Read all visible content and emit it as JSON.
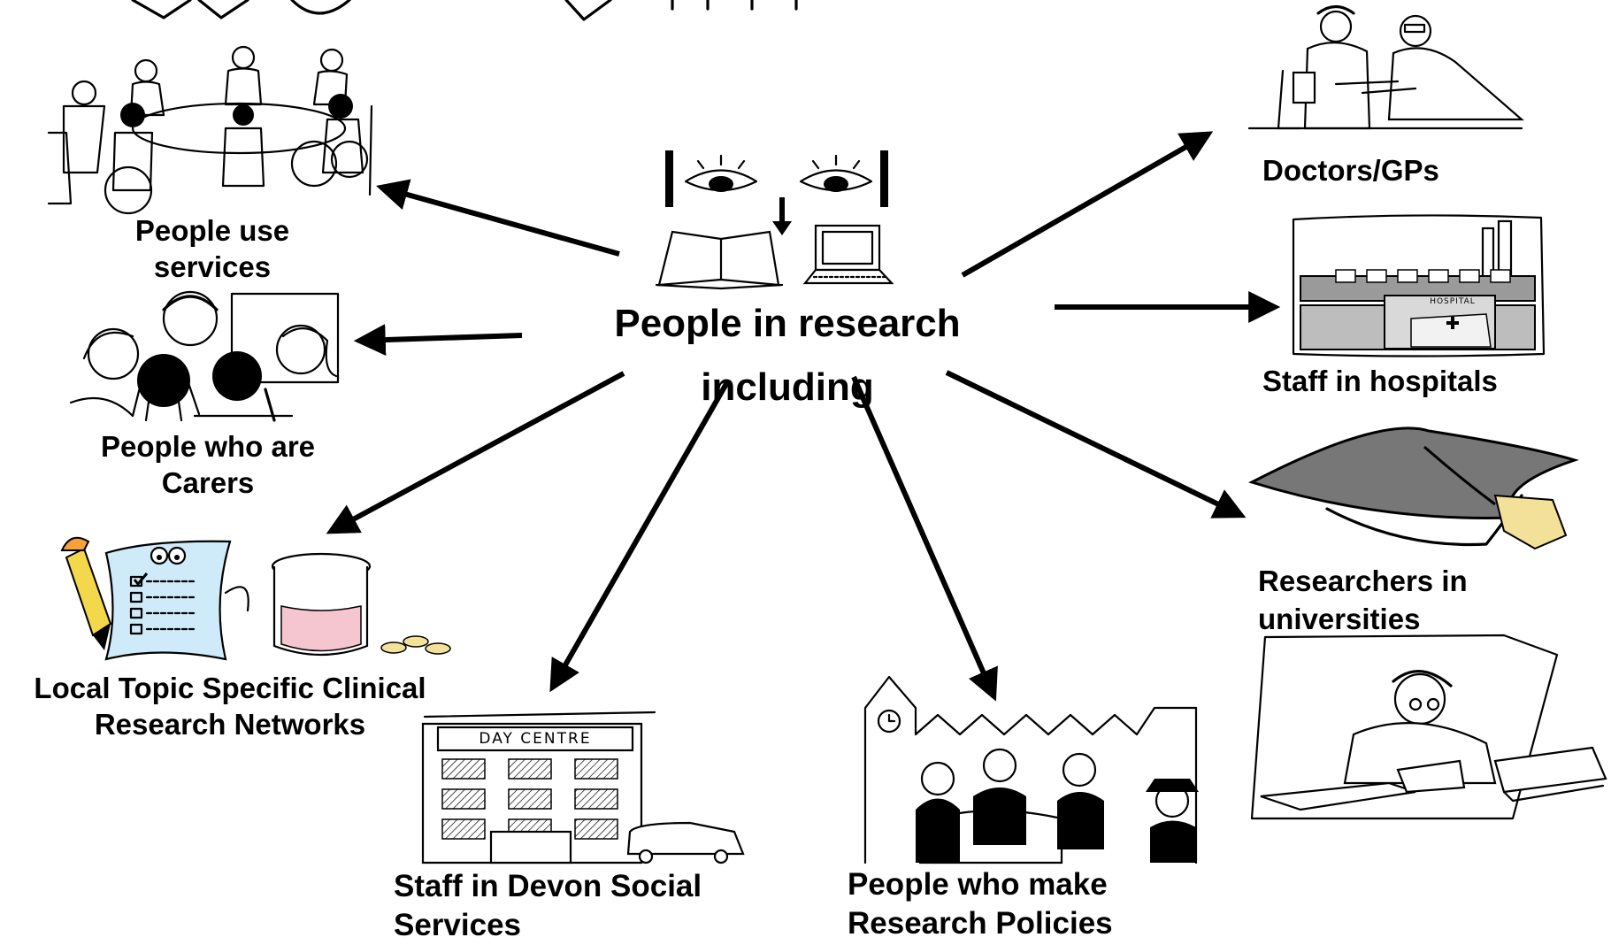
{
  "top_title_fragment": "We… a …",
  "center": {
    "line1": "People in research",
    "line2": "including"
  },
  "nodes": {
    "services": {
      "line1": "People use",
      "line2": "services"
    },
    "carers": {
      "line1": "People who are",
      "line2": "Carers"
    },
    "networks": {
      "line1": "Local Topic Specific Clinical",
      "line2": "Research Networks"
    },
    "devon": {
      "line1": "Staff in Devon Social",
      "line2": "Services"
    },
    "policies": {
      "line1": "People who make",
      "line2": "Research Policies"
    },
    "doctors": {
      "line1": "Doctors/GPs"
    },
    "hospitals": {
      "line1": "Staff in hospitals"
    },
    "universities": {
      "line1": "Researchers in",
      "line2": "universities"
    }
  },
  "illustration_text": {
    "day_centre": "DAY CENTRE",
    "hospital": "HOSPITAL"
  },
  "icons": [
    "eyes-icon",
    "book-icon",
    "laptop-icon",
    "group-table-icon",
    "carers-group-icon",
    "checklist-pencil-icon",
    "pill-jar-icon",
    "day-centre-icon",
    "policy-meeting-icon",
    "doctor-patient-icon",
    "hospital-icon",
    "mortarboard-icon",
    "studying-researcher-icon"
  ],
  "colors": {
    "ink": "#000000",
    "clipboard": "#cfeaf8",
    "pencil": "#f2d84a",
    "jar_content": "#f5c6cf",
    "cap": "#777777",
    "tassel": "#f3e19a"
  }
}
